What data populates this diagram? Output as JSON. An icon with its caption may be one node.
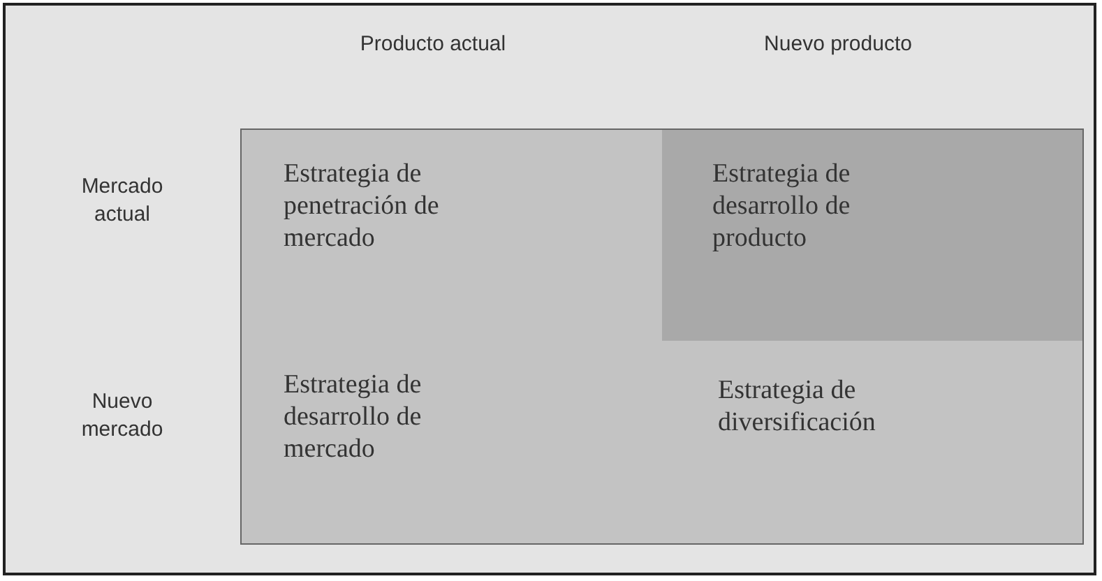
{
  "diagram": {
    "nodes": [
      {
        "text": [
          "Estrategia de penetración de mercado"
        ]
      },
      {
        "text": [
          "Estrategia de desarrollo de producto"
        ]
      },
      {
        "text": [
          "Estrategia de desarrollo de mercado"
        ]
      },
      {
        "text": [
          "Estrategia de diversificación"
        ]
      }
    ],
    "labels": [
      "Producto actual",
      "Nuevo producto",
      "Mercado actual",
      "Nuevo mercado"
    ]
  }
}
